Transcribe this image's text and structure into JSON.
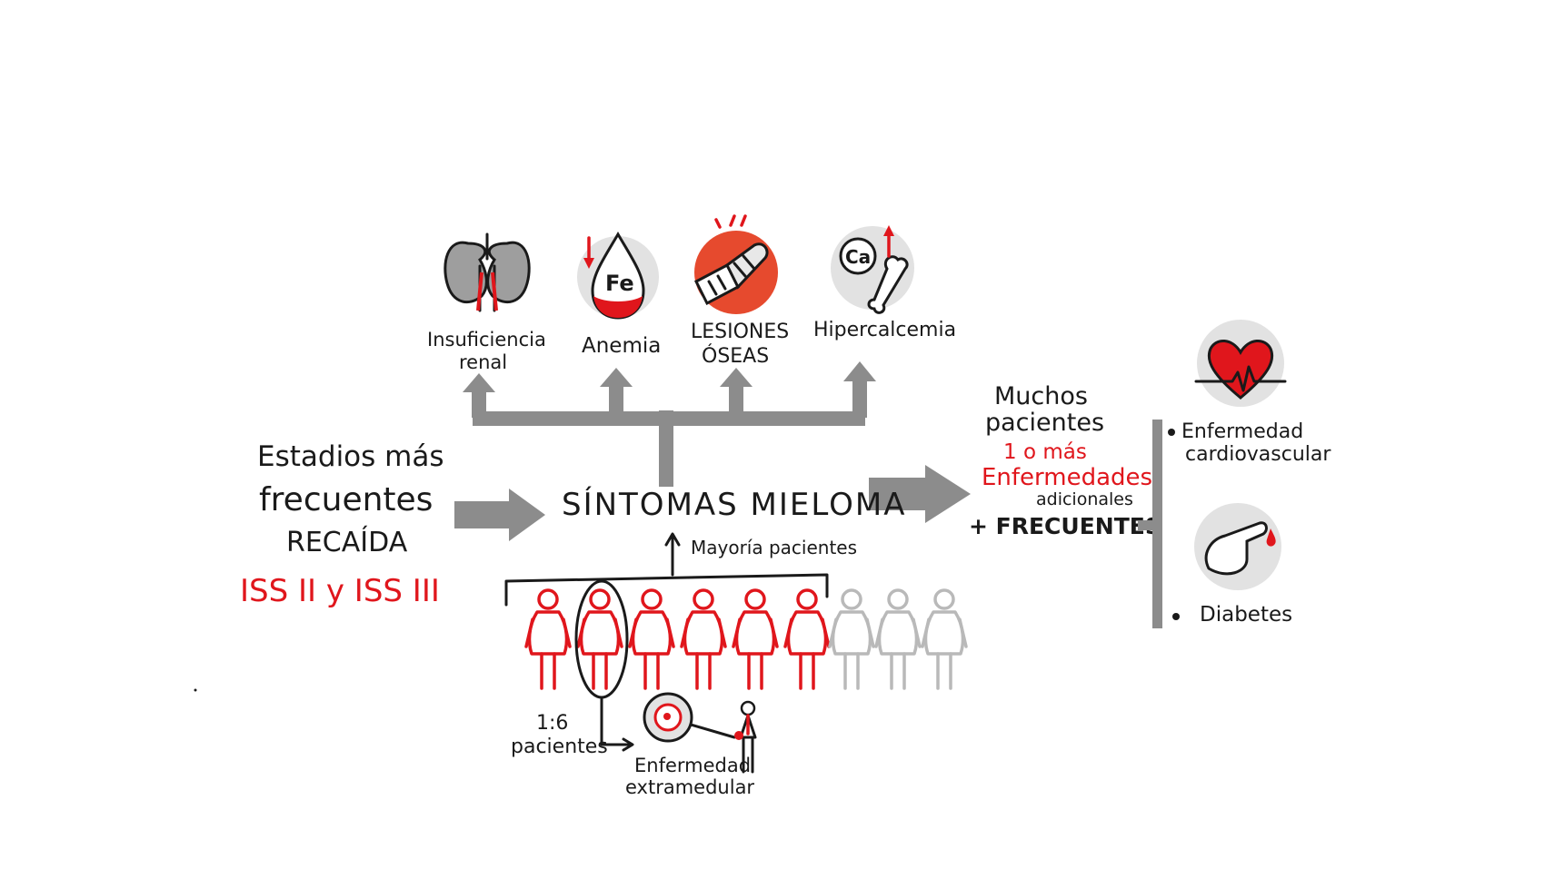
{
  "colors": {
    "accent_red": "#e0161c",
    "arrow_gray": "#8c8c8c",
    "icon_bg": "#e2e2e2",
    "ink": "#1a1a1a",
    "faded_person": "#b9b9b9"
  },
  "left": {
    "line1": "Estadios más",
    "line2": "frecuentes",
    "line3": "RECAÍDA",
    "stages": "ISS II y ISS III"
  },
  "center": {
    "title": "SÍNTOMAS MIELOMA",
    "majority": "Mayoría pacientes"
  },
  "symptoms": [
    {
      "label_line1": "Insuficiencia",
      "label_line2": "renal",
      "icon": "kidneys-icon"
    },
    {
      "label_line1": "Anemia",
      "label_line2": "",
      "icon": "blood-drop-fe-icon",
      "icon_text": "Fe"
    },
    {
      "label_line1": "LESIONES",
      "label_line2": "ÓSEAS",
      "icon": "broken-bone-cast-icon"
    },
    {
      "label_line1": "Hipercalcemia",
      "label_line2": "",
      "icon": "calcium-bone-icon",
      "icon_text": "Ca"
    }
  ],
  "patients": {
    "red_count": 6,
    "gray_count": 3,
    "ratio": "1:6",
    "ratio_label": "pacientes",
    "extramedular_line1": "Enfermedad",
    "extramedular_line2": "extramedular"
  },
  "right": {
    "line1": "Muchos",
    "line2": "pacientes",
    "red_line1": "1 o más",
    "red_line2": "Enfermedades",
    "line3": "adicionales",
    "frequent": "+ FRECUENTES",
    "items": [
      {
        "label_line1": "Enfermedad",
        "label_line2": "cardiovascular",
        "icon": "heart-pulse-icon"
      },
      {
        "label_line1": "Diabetes",
        "label_line2": "",
        "icon": "finger-prick-icon"
      }
    ]
  }
}
